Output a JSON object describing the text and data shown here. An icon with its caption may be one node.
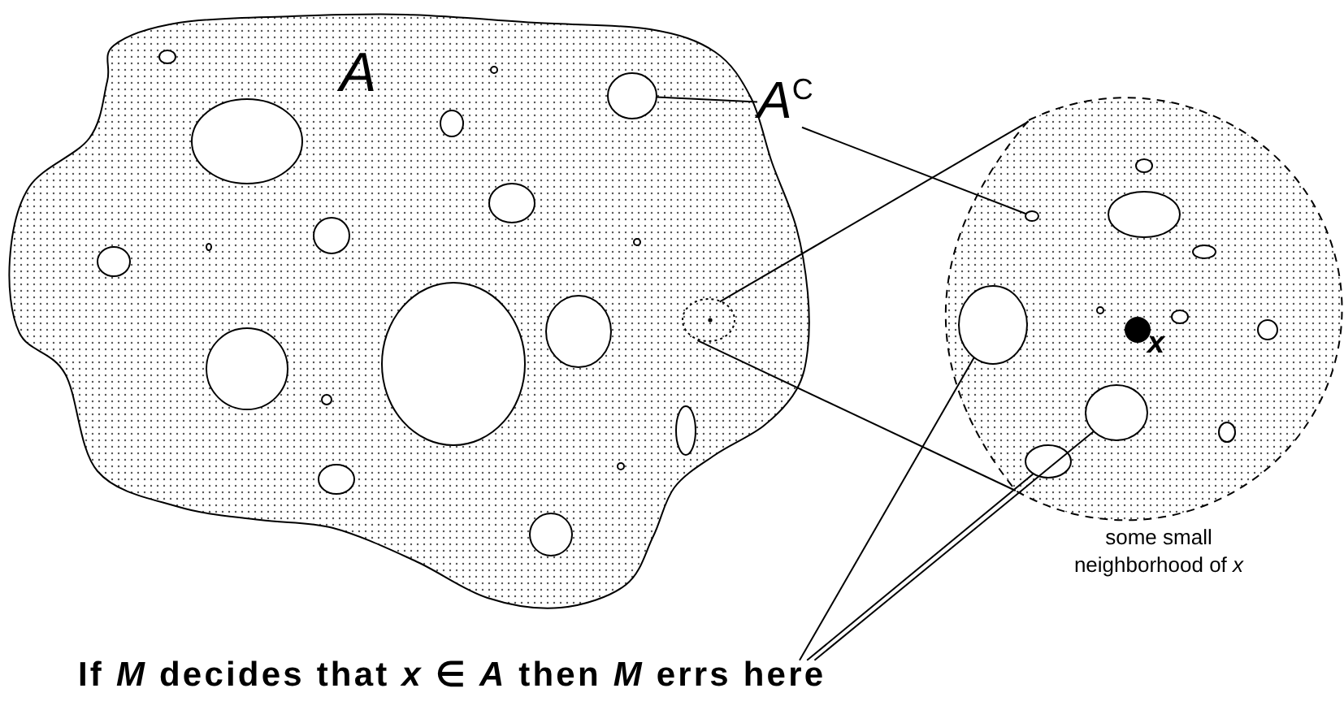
{
  "diagram": {
    "nodes": [
      {
        "text": [
          "A"
        ]
      },
      {
        "text": [
          "A$^{C}$"
        ]
      },
      {
        "text": [],
        "shape": "circle",
        "in": 0
      },
      {
        "text": [],
        "shape": "circle",
        "in": 4
      },
      {
        "text": [],
        "shape": "circle",
        "beside": [
          "some small neighborhood of *x*"
        ]
      },
      {
        "text": [],
        "shape": "circle",
        "in": 0
      },
      {
        "text": [
          "x"
        ],
        "in": 4
      },
      {
        "text": [
          "If *M* decides that *x* ∈ *A* then *M* errs here"
        ]
      },
      {
        "text": [],
        "shape": "circle",
        "in": 4
      },
      {
        "text": [],
        "shape": "circle",
        "in": 4
      },
      {
        "text": [],
        "shape": "circle",
        "in": 4
      },
      {
        "text": [],
        "shape": "circle",
        "in": 0
      },
      {
        "text": [],
        "shape": "circle",
        "in": 0
      },
      {
        "text": [],
        "shape": "circle",
        "in": 0
      },
      {
        "text": [],
        "shape": "circle",
        "in": 0
      },
      {
        "text": [],
        "shape": "circle",
        "in": 0
      },
      {
        "text": [],
        "shape": "circle",
        "in": 0
      },
      {
        "text": [],
        "shape": "circle",
        "in": 0
      },
      {
        "text": [],
        "shape": "circle",
        "in": 0
      },
      {
        "text": [],
        "shape": "circle",
        "in": 0
      },
      {
        "text": [],
        "shape": "circle",
        "in": 0
      },
      {
        "text": [],
        "shape": "circle",
        "in": 0
      },
      {
        "text": [],
        "shape": "circle",
        "in": 0
      },
      {
        "text": [],
        "shape": "circle",
        "in": 0
      },
      {
        "text": [],
        "shape": "circle",
        "in": 0
      },
      {
        "text": [],
        "shape": "circle",
        "in": 0
      },
      {
        "text": [],
        "shape": "circle",
        "in": 0
      },
      {
        "text": [],
        "shape": "circle",
        "in": 0
      },
      {
        "text": [],
        "shape": "circle",
        "in": 4
      },
      {
        "text": [],
        "shape": "circle",
        "in": 4
      },
      {
        "text": [],
        "shape": "circle",
        "in": 4
      },
      {
        "text": [],
        "shape": "circle",
        "in": 4
      },
      {
        "text": [],
        "shape": "circle",
        "in": 4
      },
      {
        "text": [],
        "shape": "circle",
        "in": 4
      },
      {
        "text": [],
        "shape": "circle",
        "in": 4
      }
    ],
    "edges": [
      {
        "from": 1,
        "to": 2,
        "arrow": "none"
      },
      {
        "from": 1,
        "to": 3,
        "arrow": "none"
      },
      {
        "from": 5,
        "to": 4,
        "arrow": "none"
      },
      {
        "from": 5,
        "to": 4,
        "arrow": "none"
      },
      {
        "from": 7,
        "to": 8,
        "arrow": "none"
      },
      {
        "from": 7,
        "to": 9,
        "arrow": "none"
      },
      {
        "from": 7,
        "to": 10,
        "arrow": "none"
      }
    ]
  }
}
